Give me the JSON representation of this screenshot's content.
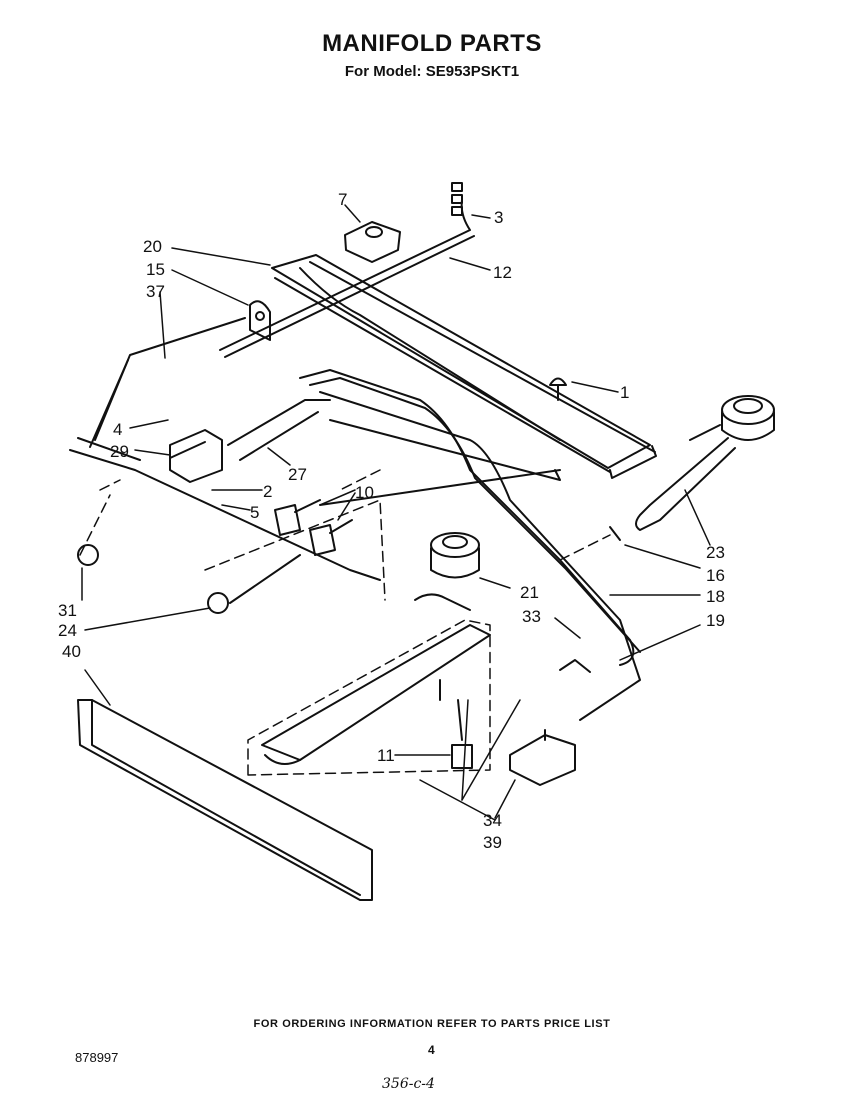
{
  "header": {
    "title": "MANIFOLD PARTS",
    "subtitle": "For Model: SE953PSKT1"
  },
  "callouts": [
    "7",
    "3",
    "20",
    "15",
    "37",
    "12",
    "1",
    "4",
    "29",
    "27",
    "2",
    "5",
    "10",
    "23",
    "16",
    "21",
    "18",
    "33",
    "19",
    "31",
    "24",
    "40",
    "11",
    "34",
    "39"
  ],
  "footer": {
    "ordering_note": "FOR ORDERING INFORMATION REFER TO PARTS PRICE LIST",
    "page_number": "4",
    "doc_number": "878997",
    "handwritten_note": "356-c-4"
  }
}
